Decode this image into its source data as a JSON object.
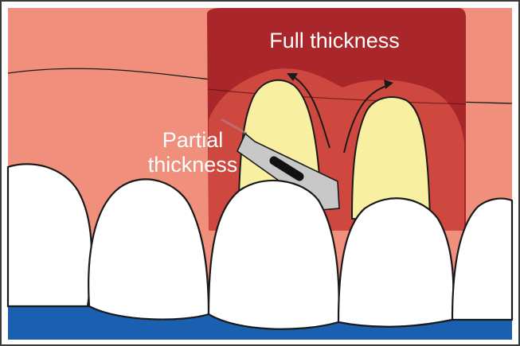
{
  "labels": {
    "full_thickness": "Full thickness",
    "partial_thickness_line1": "Partial",
    "partial_thickness_line2": "thickness"
  },
  "colors": {
    "gingiva": "#ef8f7c",
    "full_thickness_flap": "#a9262a",
    "partial_thickness_zone": "#cf4840",
    "root": "#f8f0a0",
    "tooth_crown": "#ffffff",
    "outline": "#1a1a1a",
    "background_bottom": "#1a5fb0",
    "blade": "#c8c8c8"
  },
  "icons": {
    "scalpel": "scalpel-blade-icon",
    "arrows": "flap-elevation-arrow-icon"
  }
}
